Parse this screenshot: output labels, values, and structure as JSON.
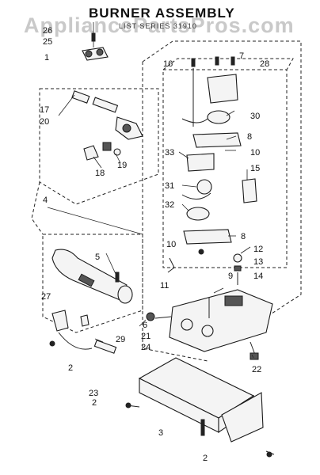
{
  "title": "BURNER ASSEMBLY",
  "subtitle": "LIST SERIES 31910",
  "watermark": "AppliancePartsPros.com",
  "callouts": [
    {
      "id": "c26",
      "text": "26"
    },
    {
      "id": "c25",
      "text": "25"
    },
    {
      "id": "c1",
      "text": "1"
    },
    {
      "id": "c17",
      "text": "17"
    },
    {
      "id": "c20",
      "text": "20"
    },
    {
      "id": "c18",
      "text": "18"
    },
    {
      "id": "c19",
      "text": "19"
    },
    {
      "id": "c4",
      "text": "4"
    },
    {
      "id": "c5",
      "text": "5"
    },
    {
      "id": "c27",
      "text": "27"
    },
    {
      "id": "c6",
      "text": "6"
    },
    {
      "id": "c29",
      "text": "29"
    },
    {
      "id": "c21",
      "text": "21"
    },
    {
      "id": "c24",
      "text": "24"
    },
    {
      "id": "c2a",
      "text": "2"
    },
    {
      "id": "c23",
      "text": "23"
    },
    {
      "id": "c2b",
      "text": "2"
    },
    {
      "id": "c3",
      "text": "3"
    },
    {
      "id": "c2c",
      "text": "2"
    },
    {
      "id": "c16",
      "text": "16"
    },
    {
      "id": "c7",
      "text": "7"
    },
    {
      "id": "c28",
      "text": "28"
    },
    {
      "id": "c30",
      "text": "30"
    },
    {
      "id": "c8a",
      "text": "8"
    },
    {
      "id": "c33",
      "text": "33"
    },
    {
      "id": "c10a",
      "text": "10"
    },
    {
      "id": "c15",
      "text": "15"
    },
    {
      "id": "c31",
      "text": "31"
    },
    {
      "id": "c32",
      "text": "32"
    },
    {
      "id": "c10b",
      "text": "10"
    },
    {
      "id": "c8b",
      "text": "8"
    },
    {
      "id": "c11",
      "text": "11"
    },
    {
      "id": "c12",
      "text": "12"
    },
    {
      "id": "c13",
      "text": "13"
    },
    {
      "id": "c9",
      "text": "9"
    },
    {
      "id": "c14",
      "text": "14"
    },
    {
      "id": "c22",
      "text": "22"
    }
  ]
}
